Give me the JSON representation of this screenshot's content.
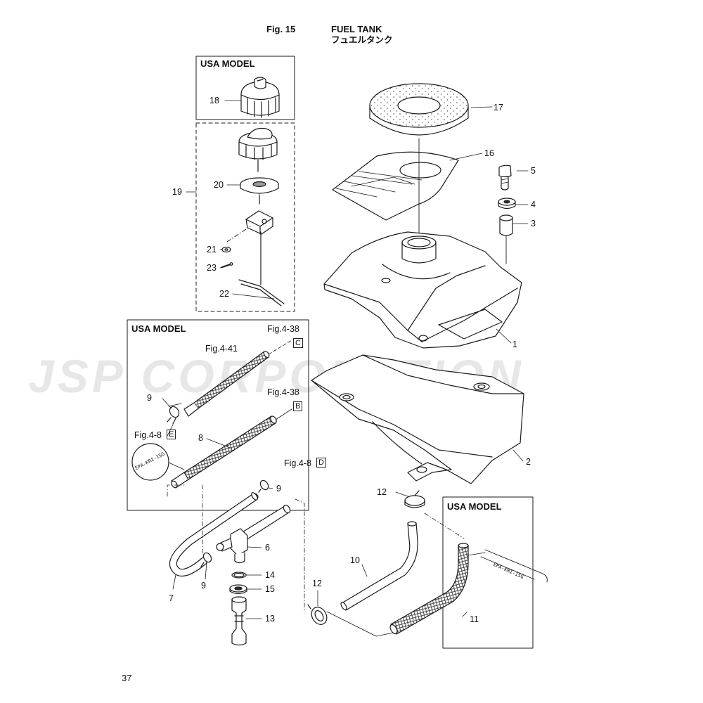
{
  "header": {
    "fig": "Fig. 15",
    "title_en": "FUEL TANK",
    "title_jp": "フュエルタンク"
  },
  "page_number": "37",
  "watermark": "JSP CORPORATION",
  "boxes": {
    "usa_model_1": "USA MODEL",
    "usa_model_2": "USA MODEL",
    "usa_model_3": "USA MODEL"
  },
  "refs": {
    "fig438_c": "Fig.4-38",
    "fig438_c_letter": "C",
    "fig441": "Fig.4-41",
    "fig438_b": "Fig.4-38",
    "fig438_b_letter": "B",
    "fig48_e": "Fig.4-8",
    "fig48_e_letter": "E",
    "fig48_d": "Fig.4-8",
    "fig48_d_letter": "D"
  },
  "stamps": {
    "hose8": "EPA-KRI-15G",
    "hose11": "EPA-KRI-15G"
  },
  "parts": {
    "p1": "1",
    "p2": "2",
    "p3": "3",
    "p4": "4",
    "p5": "5",
    "p6": "6",
    "p7": "7",
    "p8": "8",
    "p9a": "9",
    "p9b": "9",
    "p9c": "9",
    "p10": "10",
    "p11": "11",
    "p12a": "12",
    "p12b": "12",
    "p13": "13",
    "p14": "14",
    "p15": "15",
    "p16": "16",
    "p17": "17",
    "p18": "18",
    "p19": "19",
    "p20": "20",
    "p21": "21",
    "p22": "22",
    "p23": "23"
  }
}
